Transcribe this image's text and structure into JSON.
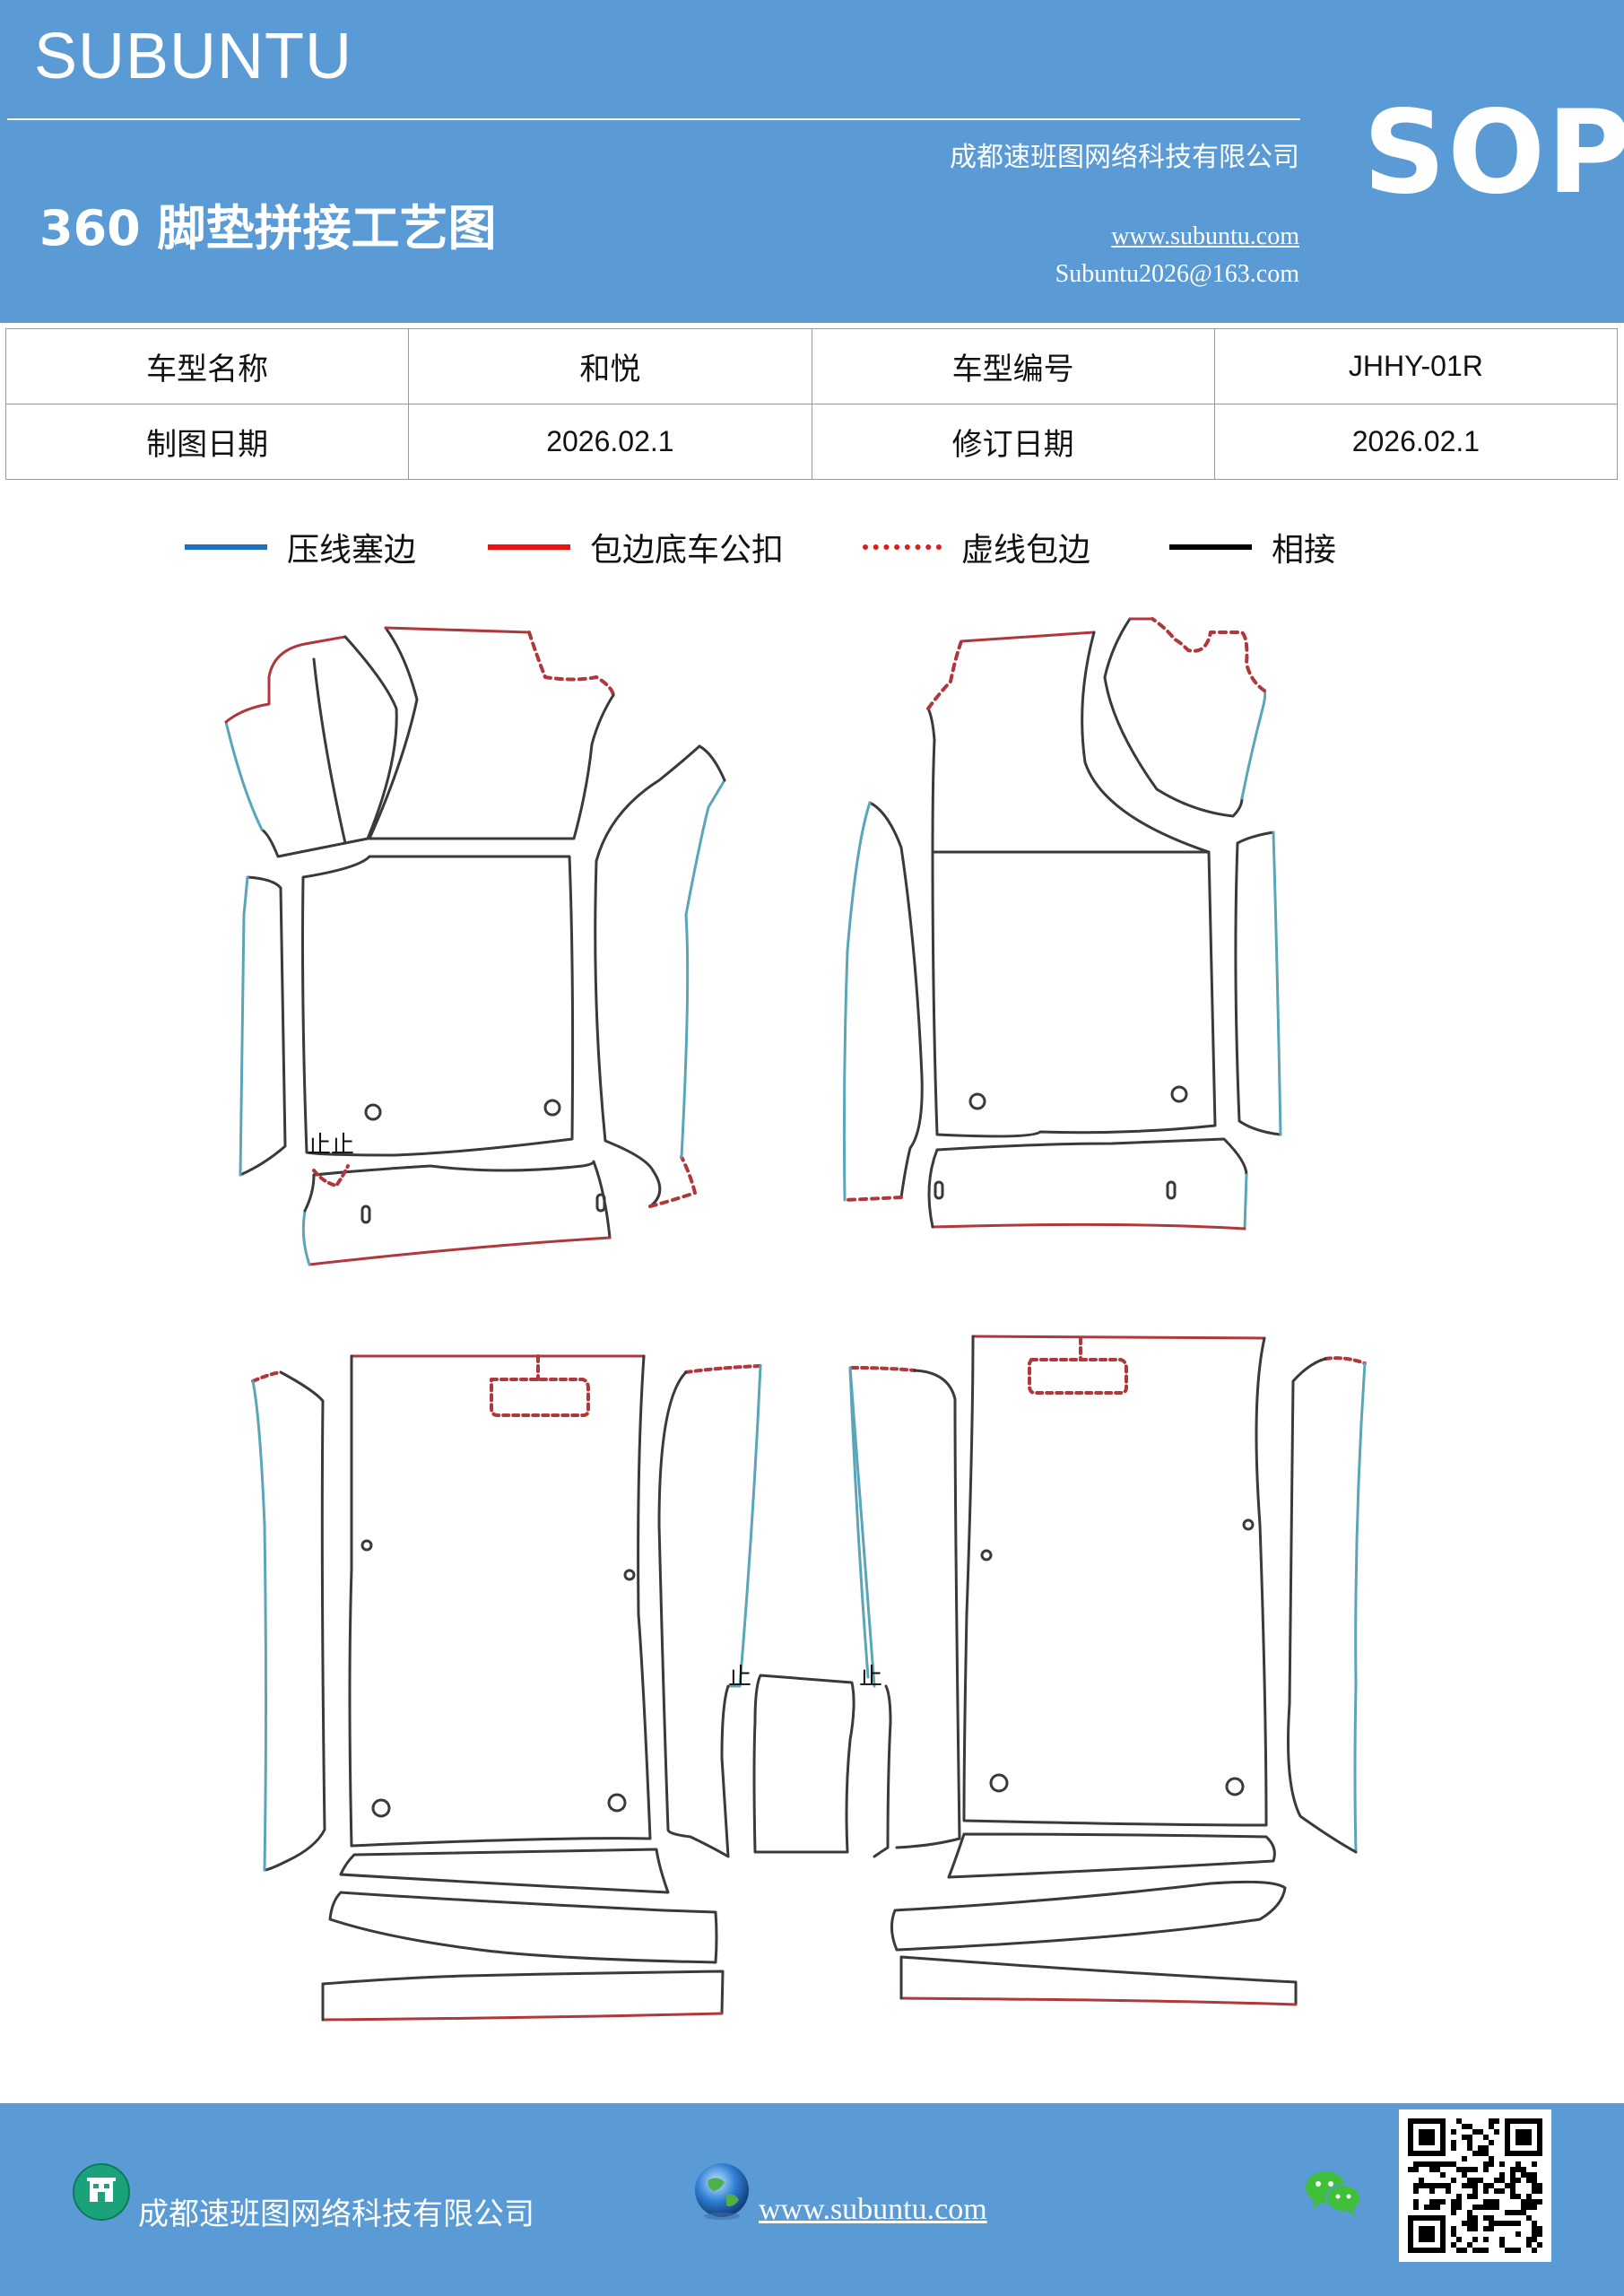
{
  "header": {
    "brand": "SUBUNTU",
    "title": "360 脚垫拼接工艺图",
    "company": "成都速班图网络科技有限公司",
    "website": "www.subuntu.com",
    "email": "Subuntu2026@163.com",
    "badge": "SOP"
  },
  "info": {
    "car_name_label": "车型名称",
    "car_name_value": "和悦",
    "car_code_label": "车型编号",
    "car_code_value": "JHHY-01R",
    "draw_date_label": "制图日期",
    "draw_date_value": "2026.02.1",
    "revise_date_label": "修订日期",
    "revise_date_value": "2026.02.1"
  },
  "legend": [
    {
      "label": "压线塞边",
      "color": "#1f6fbf",
      "style": "solid"
    },
    {
      "label": "包边底车公扣",
      "color": "#ee1111",
      "style": "solid"
    },
    {
      "label": "虚线包边",
      "color": "#e01a1a",
      "style": "dotted"
    },
    {
      "label": "相接",
      "color": "#000000",
      "style": "solid"
    }
  ],
  "colors": {
    "brand_blue": "#5b9bd5",
    "outline": "#3a3a3a",
    "press_edge": "#5aa6b8",
    "bind_edge": "#b0383c"
  },
  "footer": {
    "company": "成都速班图网络科技有限公司",
    "website": "www.subuntu.com"
  }
}
